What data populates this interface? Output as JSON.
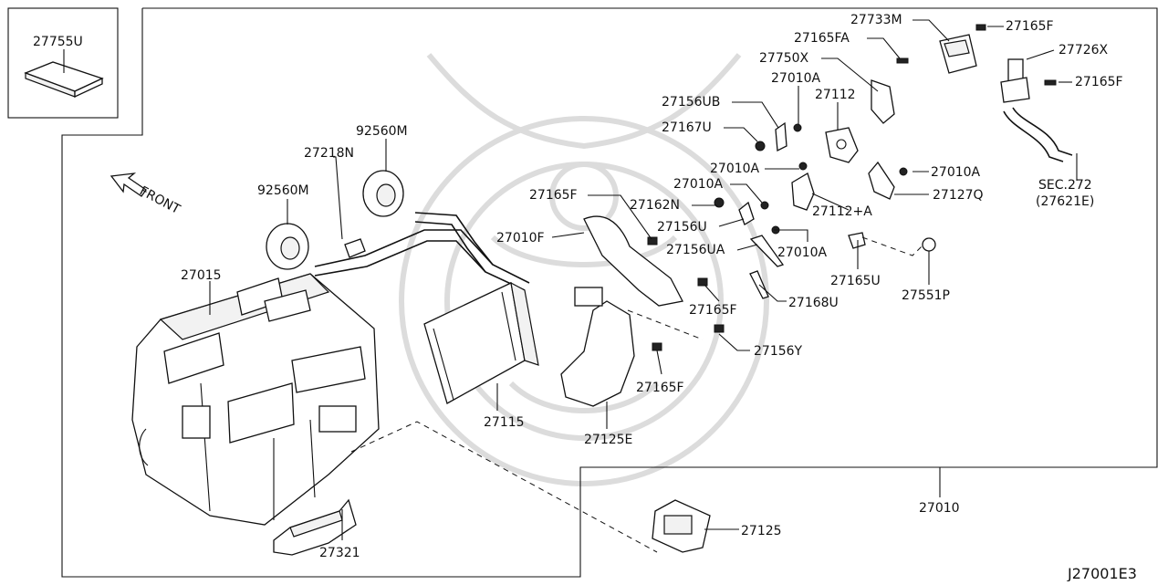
{
  "diagram": {
    "watermark_color": "#dcdcdc",
    "line_color": "#111111",
    "front_label": "FRONT",
    "diagram_code": "J27001E3",
    "callouts": {
      "c27755U": "27755U",
      "c27733M": "27733M",
      "c27165F_a": "27165F",
      "c27165FA": "27165FA",
      "c27726X": "27726X",
      "c27750X": "27750X",
      "c27165F_b": "27165F",
      "c27010A_a": "27010A",
      "c27156UB": "27156UB",
      "c27112": "27112",
      "c27167U": "27167U",
      "c92560M_a": "92560M",
      "c27218N": "27218N",
      "sec272": "SEC.272",
      "sec272_ref": "(27621E)",
      "c27010A_b": "27010A",
      "c27010A_c": "27010A",
      "c27010A_d": "27010A",
      "c92560M_b": "92560M",
      "c27165F_c": "27165F",
      "c27127Q": "27127Q",
      "c27162N": "27162N",
      "c27112A": "27112+A",
      "c27156U": "27156U",
      "c27010F": "27010F",
      "c27156UA": "27156UA",
      "c27010A_e": "27010A",
      "c27165U": "27165U",
      "c27015": "27015",
      "c27165F_d": "27165F",
      "c27168U": "27168U",
      "c27551P": "27551P",
      "c27156Y": "27156Y",
      "c27165F_e": "27165F",
      "c27115": "27115",
      "c27125E": "27125E",
      "c27010": "27010",
      "c27125": "27125",
      "c27321": "27321"
    }
  }
}
